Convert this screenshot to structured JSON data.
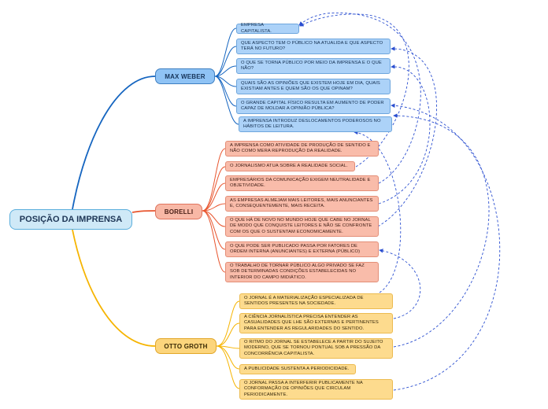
{
  "root": {
    "label": "POSIÇÃO DA IMPRENSA"
  },
  "branches": {
    "weber": {
      "label": "MAX WEBER",
      "color": "#1565c0",
      "items": [
        "EMPRESA CAPITALISTA.",
        "QUE ASPECTO TEM O PÚBLICO NA ATUALIDA E QUE ASPECTO TERÁ NO FUTURO?",
        "O QUE SE TORNA PÚBLICO POR MEIO DA IMPRENSA E O QUE NÃO?",
        "QUAIS SÃO AS OPINIÕES QUE EXISTEM HOJE EM DIA, QUAIS EXISTIAM ANTES E QUEM SÃO OS QUE OPINAM?",
        "O GRANDE CAPITAL FÍSICO RESULTA EM AUMENTO DE PODER CAPAZ DE MOLDAR A OPINIÃO PÚBLICA?",
        "A IMPRENSA INTRODUZ DESLOCAMENTOS PODEROSOS NO HÁBITOS DE LEITURA."
      ]
    },
    "borelli": {
      "label": "BORELLI",
      "color": "#e8552e",
      "items": [
        "A IMPRENSA COMO ATIVIDADE DE PRODUÇÃO DE SENTIDO E NÃO COMO MERA REPRODUÇÃO DA REALIDADE.",
        "O JORNALISMO ATUA SOBRE A REALIDADE SOCIAL.",
        "EMPRESÁRIOS DA COMUNICAÇÃO EXIGEM NEUTRALIDADE E OBJETIVIDADE.",
        "AS EMPRESAS ALMEJAM MAIS LEITORES, MAIS ANUNCIANTES E, CONSEQUENTEMENTE, MAIS RECEITA.",
        "O QUE HÁ DE NOVO NO MUNDO HOJE QUE CABE NO JORNAL DE MODO QUE CONQUISTE LEITORES E NÃO SE CONFRONTE COM OS QUE O SUSTENTAM ECONOMICAMENTE.",
        "O QUE PODE SER PUBLICADO PASSA POR FATORES DE ORDEM INTERNA (ANUNCIANTES) E EXTERNA (PÚBLICO)",
        "O TRABALHO DE TORNAR PÚBLICO ALGO PRIVADO SE FAZ SOB DETERMINADAS CONDIÇÕES ESTABELECIDAS NO INTERIOR DO CAMPO MIDIÁTICO."
      ]
    },
    "otto": {
      "label": "OTTO GROTH",
      "color": "#f6b400",
      "items": [
        "O JORNAL É A MATERIALIZAÇÃO ESPECIALIZADA DE SENTIDOS PRESENTES NA SOCIEDADE.",
        "A CIÊNCIA JORNALÍSTICA PRECISA ENTENDER AS CASUALIDADES QUE LHE SÃO EXTERNAS E PERTINENTES PARA ENTENDER AS REGULARIDADES DO SENTIDO.",
        "O RITMO DO JORNAL SE ESTABELECE A PARTIR DO SUJEITO MODERNO, QUE SE TORNOU PONTUAL SOB A PRESSÃO DA CONCORRÊNCIA CAPITALISTA.",
        "A PUBLICIDADE SUSTENTA A PERIODICIDADE.",
        "O JORNAL PASSA A INTERFERIR PUBLICAMENTE NA CONFORMAÇÃO DE OPINIÕES QUE CIRCULAM PERIODICAMENTE."
      ]
    }
  },
  "relationship_color": "#2b4fd0"
}
